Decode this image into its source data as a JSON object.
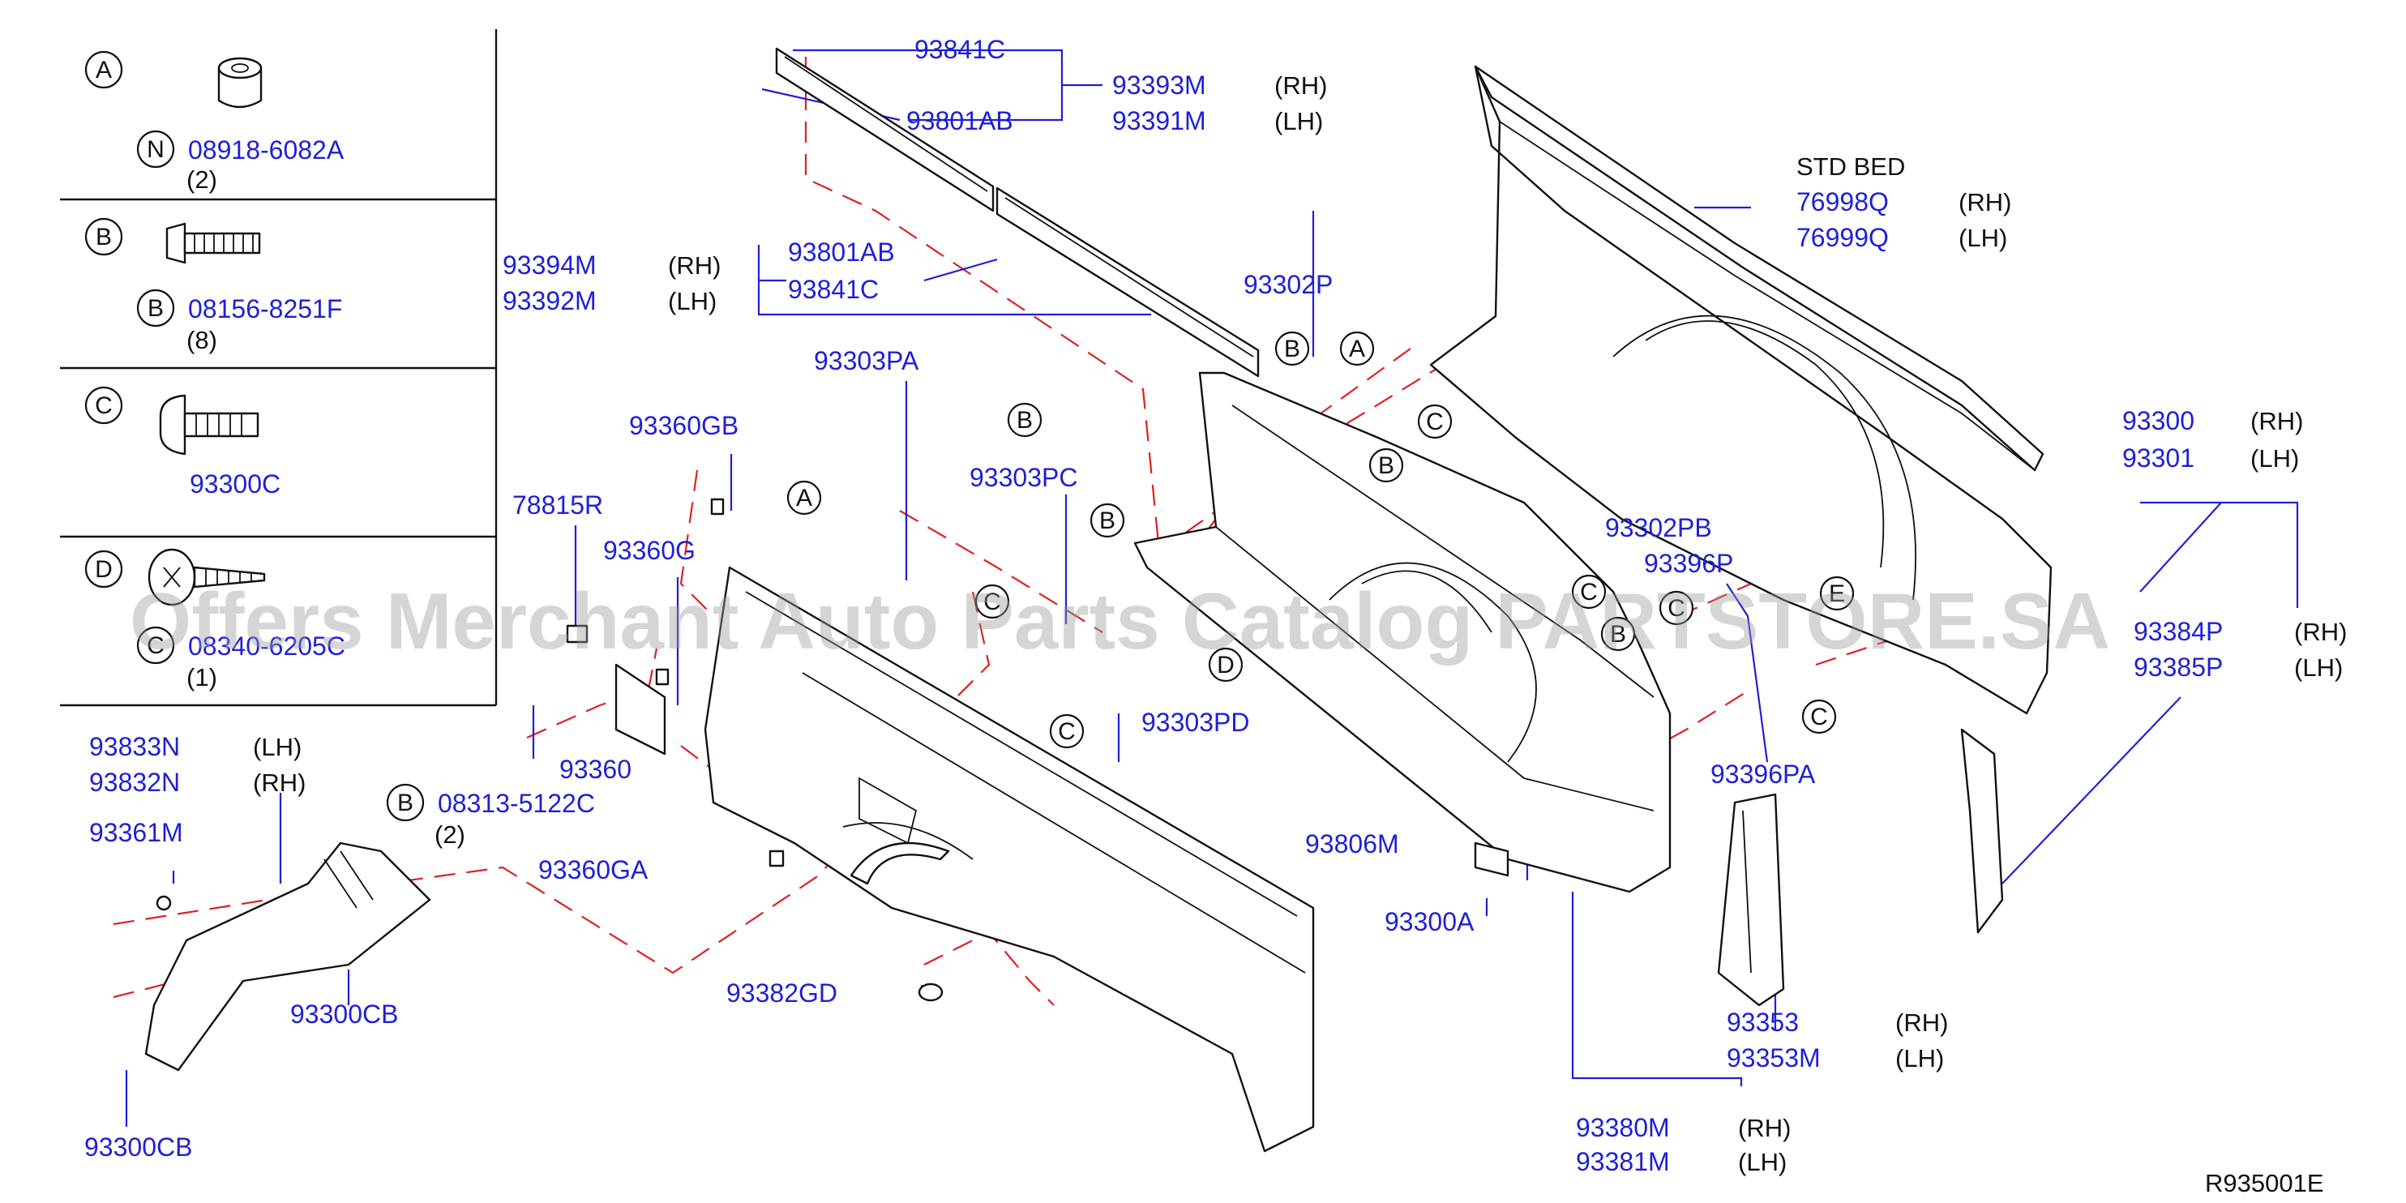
{
  "legend": {
    "a": {
      "letter": "A",
      "note": "N",
      "part": "08918-6082A",
      "qty": "(2)"
    },
    "b": {
      "letter": "B",
      "note": "B",
      "part": "08156-8251F",
      "qty": "(8)"
    },
    "c": {
      "letter": "C",
      "part": "93300C"
    },
    "d": {
      "letter": "D",
      "note": "C",
      "part": "08340-6205C",
      "qty": "(1)"
    }
  },
  "labels": {
    "p93841C_top": "93841C",
    "p93801AB_top": "93801AB",
    "p93393M": "93393M",
    "p93391M": "93391M",
    "rh1": "(RH)",
    "lh1": "(LH)",
    "std_bed": "STD   BED",
    "p76998Q": "76998Q",
    "p76999Q": "76999Q",
    "rh2": "(RH)",
    "lh2": "(LH)",
    "p93394M": "93394M",
    "p93392M": "93392M",
    "rh3": "(RH)",
    "lh3": "(LH)",
    "p93801AB_mid": "93801AB",
    "p93841C_mid": "93841C",
    "p93302P": "93302P",
    "p93303PA": "93303PA",
    "p93360GB": "93360GB",
    "p93303PC": "93303PC",
    "p78815R": "78815R",
    "p93360G": "93360G",
    "p93302PB": "93302PB",
    "p93396P": "93396P",
    "p93300": "93300",
    "p93301": "93301",
    "rh4": "(RH)",
    "lh4": "(LH)",
    "p93384P": "93384P",
    "p93385P": "93385P",
    "rh5": "(RH)",
    "lh5": "(LH)",
    "p93303PD": "93303PD",
    "p93396PA": "93396PA",
    "p93833N": "93833N",
    "p93832N": "93832N",
    "lh6": "(LH)",
    "rh6": "(RH)",
    "p93360": "93360",
    "p08313": "08313-5122C",
    "qty2": "(2)",
    "p93361M": "93361M",
    "p93360GA": "93360GA",
    "p93806M": "93806M",
    "p93300A": "93300A",
    "p93300CB_1": "93300CB",
    "p93382GD": "93382GD",
    "p93353": "93353",
    "p93353M": "93353M",
    "rh7": "(RH)",
    "lh7": "(LH)",
    "p93380M": "93380M",
    "p93381M": "93381M",
    "rh8": "(RH)",
    "lh8": "(LH)",
    "p93300CB_2": "93300CB",
    "ref": "R935001E"
  },
  "callouts": {
    "b1": "B",
    "a1": "A",
    "b2": "B",
    "a2": "A",
    "c1": "C",
    "b3": "B",
    "b4": "B",
    "c2": "C",
    "d1": "D",
    "c3": "C",
    "c4": "C",
    "c5": "C",
    "b5": "B",
    "e1": "E",
    "c6": "C",
    "b6": "B"
  },
  "watermark": "Offers Merchant Auto Parts Catalog PARTSTORE.SA"
}
